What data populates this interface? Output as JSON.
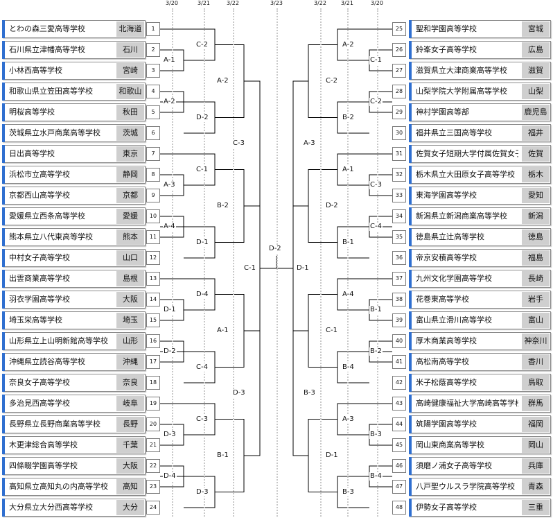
{
  "dates": [
    "3/20",
    "3/21",
    "3/22",
    "3/23",
    "3/22",
    "3/21",
    "3/20"
  ],
  "left_teams": [
    {
      "num": "1",
      "name": "とわの森三愛高等学校",
      "pref": "北海道"
    },
    {
      "num": "2",
      "name": "石川県立津幡高等学校",
      "pref": "石川"
    },
    {
      "num": "3",
      "name": "小林西高等学校",
      "pref": "宮崎"
    },
    {
      "num": "4",
      "name": "和歌山県立笠田高等学校",
      "pref": "和歌山"
    },
    {
      "num": "5",
      "name": "明桜高等学校",
      "pref": "秋田"
    },
    {
      "num": "6",
      "name": "茨城県立水戸商業高等学校",
      "pref": "茨城"
    },
    {
      "num": "7",
      "name": "日出高等学校",
      "pref": "東京"
    },
    {
      "num": "8",
      "name": "浜松市立高等学校",
      "pref": "静岡"
    },
    {
      "num": "9",
      "name": "京都西山高等学校",
      "pref": "京都"
    },
    {
      "num": "10",
      "name": "愛媛県立西条高等学校",
      "pref": "愛媛"
    },
    {
      "num": "11",
      "name": "熊本県立八代東高等学校",
      "pref": "熊本"
    },
    {
      "num": "12",
      "name": "中村女子高等学校",
      "pref": "山口"
    },
    {
      "num": "13",
      "name": "出雲商業高等学校",
      "pref": "島根"
    },
    {
      "num": "14",
      "name": "羽衣学園高等学校",
      "pref": "大阪"
    },
    {
      "num": "15",
      "name": "埼玉栄高等学校",
      "pref": "埼玉"
    },
    {
      "num": "16",
      "name": "山形県立上山明新館高等学校",
      "pref": "山形"
    },
    {
      "num": "17",
      "name": "沖縄県立読谷高等学校",
      "pref": "沖縄"
    },
    {
      "num": "18",
      "name": "奈良女子高等学校",
      "pref": "奈良"
    },
    {
      "num": "19",
      "name": "多治見西高等学校",
      "pref": "岐阜"
    },
    {
      "num": "20",
      "name": "長野県立長野商業高等学校",
      "pref": "長野"
    },
    {
      "num": "21",
      "name": "木更津総合高等学校",
      "pref": "千葉"
    },
    {
      "num": "22",
      "name": "四條畷学園高等学校",
      "pref": "大阪"
    },
    {
      "num": "23",
      "name": "高知県立高知丸の内高等学校",
      "pref": "高知"
    },
    {
      "num": "24",
      "name": "大分県立大分西高等学校",
      "pref": "大分"
    }
  ],
  "right_teams": [
    {
      "num": "25",
      "name": "聖和学園高等学校",
      "pref": "宮城"
    },
    {
      "num": "26",
      "name": "鈴峯女子高等学校",
      "pref": "広島"
    },
    {
      "num": "27",
      "name": "滋賀県立大津商業高等学校",
      "pref": "滋賀"
    },
    {
      "num": "28",
      "name": "山梨学院大学附属高等学校",
      "pref": "山梨"
    },
    {
      "num": "29",
      "name": "神村学園高等部",
      "pref": "鹿児島"
    },
    {
      "num": "30",
      "name": "福井県立三国高等学校",
      "pref": "福井"
    },
    {
      "num": "31",
      "name": "佐賀女子短期大学付属佐賀女子高等学校",
      "pref": "佐賀"
    },
    {
      "num": "32",
      "name": "栃木県立大田原女子高等学校",
      "pref": "栃木"
    },
    {
      "num": "33",
      "name": "東海学園高等学校",
      "pref": "愛知"
    },
    {
      "num": "34",
      "name": "新潟県立新潟商業高等学校",
      "pref": "新潟"
    },
    {
      "num": "35",
      "name": "徳島県立辻高等学校",
      "pref": "徳島"
    },
    {
      "num": "36",
      "name": "帝京安積高等学校",
      "pref": "福島"
    },
    {
      "num": "37",
      "name": "九州文化学園高等学校",
      "pref": "長崎"
    },
    {
      "num": "38",
      "name": "花巻東高等学校",
      "pref": "岩手"
    },
    {
      "num": "39",
      "name": "富山県立滑川高等学校",
      "pref": "富山"
    },
    {
      "num": "40",
      "name": "厚木商業高等学校",
      "pref": "神奈川"
    },
    {
      "num": "41",
      "name": "高松南高等学校",
      "pref": "香川"
    },
    {
      "num": "42",
      "name": "米子松蔭高等学校",
      "pref": "鳥取"
    },
    {
      "num": "43",
      "name": "高崎健康福祉大学高崎高等学校",
      "pref": "群馬"
    },
    {
      "num": "44",
      "name": "筑陽学園高等学校",
      "pref": "福岡"
    },
    {
      "num": "45",
      "name": "岡山東商業高等学校",
      "pref": "岡山"
    },
    {
      "num": "46",
      "name": "須磨ノ浦女子高等学校",
      "pref": "兵庫"
    },
    {
      "num": "47",
      "name": "八戸聖ウルスラ学院高等学校",
      "pref": "青森"
    },
    {
      "num": "48",
      "name": "伊勢女子高等学校",
      "pref": "三重"
    }
  ],
  "left_r1_matches": [
    {
      "label": "A-1",
      "a": 2,
      "b": 3
    },
    {
      "label": "A-2",
      "a": 4,
      "b": 5
    },
    {
      "label": "A-3",
      "a": 8,
      "b": 9
    },
    {
      "label": "A-4",
      "a": 10,
      "b": 11
    },
    {
      "label": "D-1",
      "a": 14,
      "b": 15
    },
    {
      "label": "D-2",
      "a": 16,
      "b": 17
    },
    {
      "label": "D-3",
      "a": 20,
      "b": 21
    },
    {
      "label": "D-4",
      "a": 22,
      "b": 23
    }
  ],
  "left_r2_matches": [
    {
      "label": "C-2",
      "a": 1,
      "b": 0
    },
    {
      "label": "D-2",
      "a": 1,
      "b": 6
    },
    {
      "label": "C-1",
      "a": 7,
      "b": 2
    },
    {
      "label": "D-1",
      "a": 3,
      "b": 12
    },
    {
      "label": "D-4",
      "a": 13,
      "b": 4
    },
    {
      "label": "C-4",
      "a": 5,
      "b": 18
    },
    {
      "label": "C-3",
      "a": 19,
      "b": 6
    },
    {
      "label": "D-3",
      "a": 7,
      "b": 24
    }
  ],
  "left_r3_matches": [
    {
      "label": "A-2"
    },
    {
      "label": "B-2"
    },
    {
      "label": "A-1"
    },
    {
      "label": "B-1"
    }
  ],
  "left_r4_matches": [
    {
      "label": "C-3"
    },
    {
      "label": "D-3"
    }
  ],
  "left_semi": {
    "label": "C-1"
  },
  "final": {
    "label": "D-2"
  },
  "right_semi": {
    "label": "D-1"
  },
  "right_r4_matches": [
    {
      "label": "A-3"
    },
    {
      "label": "B-3"
    }
  ],
  "right_r3_matches": [
    {
      "label": "C-2"
    },
    {
      "label": "D-2"
    },
    {
      "label": "C-1"
    },
    {
      "label": "D-1"
    }
  ],
  "right_r2_matches": [
    {
      "label": "A-2"
    },
    {
      "label": "B-2"
    },
    {
      "label": "A-1"
    },
    {
      "label": "B-1"
    },
    {
      "label": "A-4"
    },
    {
      "label": "B-4"
    },
    {
      "label": "A-3"
    },
    {
      "label": "B-3"
    }
  ],
  "right_r1_matches": [
    {
      "label": "C-1"
    },
    {
      "label": "C-2"
    },
    {
      "label": "C-3"
    },
    {
      "label": "C-4"
    },
    {
      "label": "B-1"
    },
    {
      "label": "B-2"
    },
    {
      "label": "B-3"
    },
    {
      "label": "B-4"
    }
  ],
  "colors": {
    "accent": "#2f6fd0",
    "pref_bg": "#cfcfcf",
    "line": "#000000"
  }
}
